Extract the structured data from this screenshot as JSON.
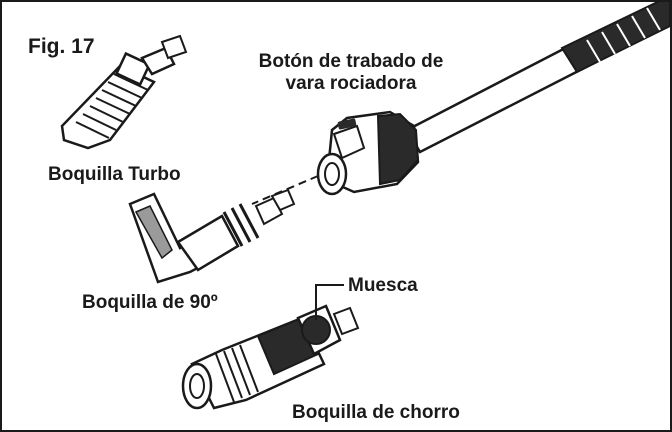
{
  "figure_label": "Fig. 17",
  "labels": {
    "lock_button_line1": "Botón de trabado de",
    "lock_button_line2": "vara rociadora",
    "turbo_nozzle": "Boquilla Turbo",
    "nozzle_90": "Boquilla de 90º",
    "notch": "Muesca",
    "jet_nozzle": "Boquilla de chorro"
  },
  "colors": {
    "line": "#1a1a1a",
    "fill_dark": "#2a2a2a",
    "fill_light": "#ffffff",
    "shade": "#9a9a9a"
  }
}
